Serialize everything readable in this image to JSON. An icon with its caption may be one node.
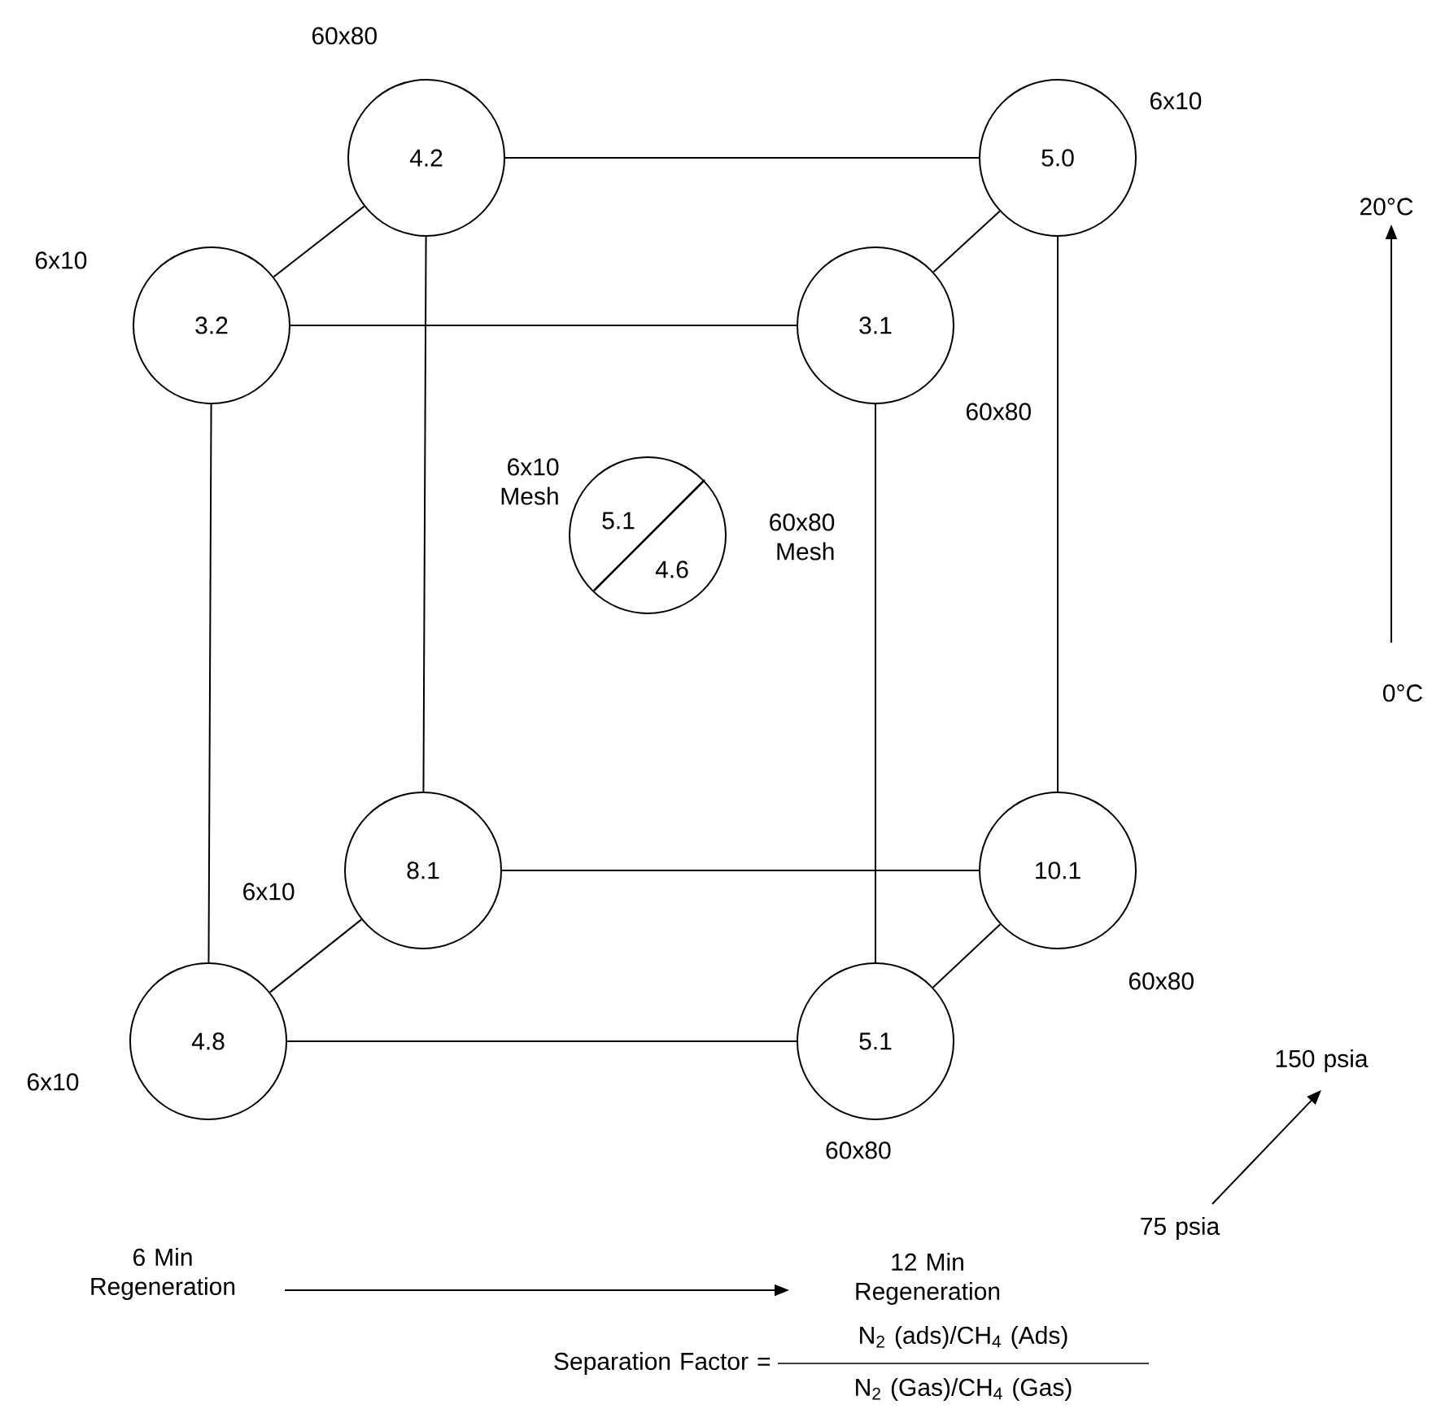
{
  "diagram": {
    "nodes": [
      {
        "text": [
          "4.2"
        ],
        "beside": [
          "60x80"
        ]
      },
      {
        "text": [
          "5.0"
        ],
        "beside": [
          "6x10"
        ]
      },
      {
        "text": [
          "3.2"
        ],
        "beside": [
          "6x10"
        ]
      },
      {
        "text": [
          "3.1"
        ],
        "beside": [
          "60x80"
        ]
      },
      {
        "text": [
          "5.1",
          "4.6"
        ],
        "beside": [
          "6x10 Mesh",
          "60x80 Mesh"
        ]
      },
      {
        "text": [
          "8.1"
        ],
        "beside": [
          "6x10"
        ]
      },
      {
        "text": [
          "10.1"
        ],
        "beside": [
          "60x80"
        ]
      },
      {
        "text": [
          "4.8"
        ],
        "beside": [
          "6x10"
        ]
      },
      {
        "text": [
          "5.1"
        ],
        "beside": [
          "60x80"
        ]
      }
    ],
    "edges": [
      {
        "from": 0,
        "to": 1,
        "arrow": "none"
      },
      {
        "from": 0,
        "to": 2,
        "arrow": "none"
      },
      {
        "from": 1,
        "to": 3,
        "arrow": "none"
      },
      {
        "from": 2,
        "to": 3,
        "arrow": "none"
      },
      {
        "from": 0,
        "to": 5,
        "arrow": "none"
      },
      {
        "from": 1,
        "to": 6,
        "arrow": "none"
      },
      {
        "from": 2,
        "to": 7,
        "arrow": "none"
      },
      {
        "from": 3,
        "to": 8,
        "arrow": "none"
      },
      {
        "from": 5,
        "to": 6,
        "arrow": "none"
      },
      {
        "from": 5,
        "to": 7,
        "arrow": "none"
      },
      {
        "from": 6,
        "to": 8,
        "arrow": "none"
      },
      {
        "from": 7,
        "to": 8,
        "arrow": "none"
      }
    ],
    "labels": [
      "20°C",
      "0°C",
      "150 psia",
      "75 psia",
      "6 Min Regeneration",
      "12 Min Regeneration",
      "Separation Factor =",
      "N$_{2}$ (ads)/CH$_{4}$ (Ads)",
      "N$_{2}$ (Gas)/CH$_{4}$ (Gas)"
    ]
  }
}
